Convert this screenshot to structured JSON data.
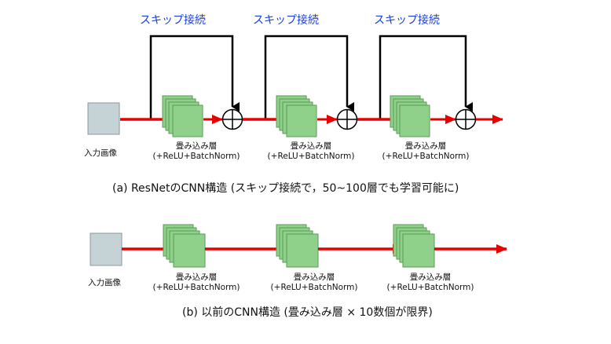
{
  "colors": {
    "flow_arrow": "#e60000",
    "skip_line": "#000000",
    "skip_label": "#1a3fe0",
    "conv_fill": "#8fd18a",
    "conv_stroke": "#5a9a55",
    "input_fill": "#c5d3d6",
    "input_stroke": "#8a9a9c"
  },
  "diagram_a": {
    "skip_labels": [
      "スキップ接続",
      "スキップ接続",
      "スキップ接続"
    ],
    "input_label": "入力画像",
    "blocks": [
      {
        "name": "畳み込み層",
        "sub": "(+ReLU+BatchNorm)"
      },
      {
        "name": "畳み込み層",
        "sub": "(+ReLU+BatchNorm)"
      },
      {
        "name": "畳み込み層",
        "sub": "(+ReLU+BatchNorm)"
      }
    ],
    "caption": "(a) ResNetのCNN構造 (スキップ接続で，50~100層でも学習可能に)"
  },
  "diagram_b": {
    "input_label": "入力画像",
    "blocks": [
      {
        "name": "畳み込み層",
        "sub": "(+ReLU+BatchNorm)"
      },
      {
        "name": "畳み込み層",
        "sub": "(+ReLU+BatchNorm)"
      },
      {
        "name": "畳み込み層",
        "sub": "(+ReLU+BatchNorm)"
      }
    ],
    "caption": "(b) 以前のCNN構造 (畳み込み層 × 10数個が限界)"
  }
}
